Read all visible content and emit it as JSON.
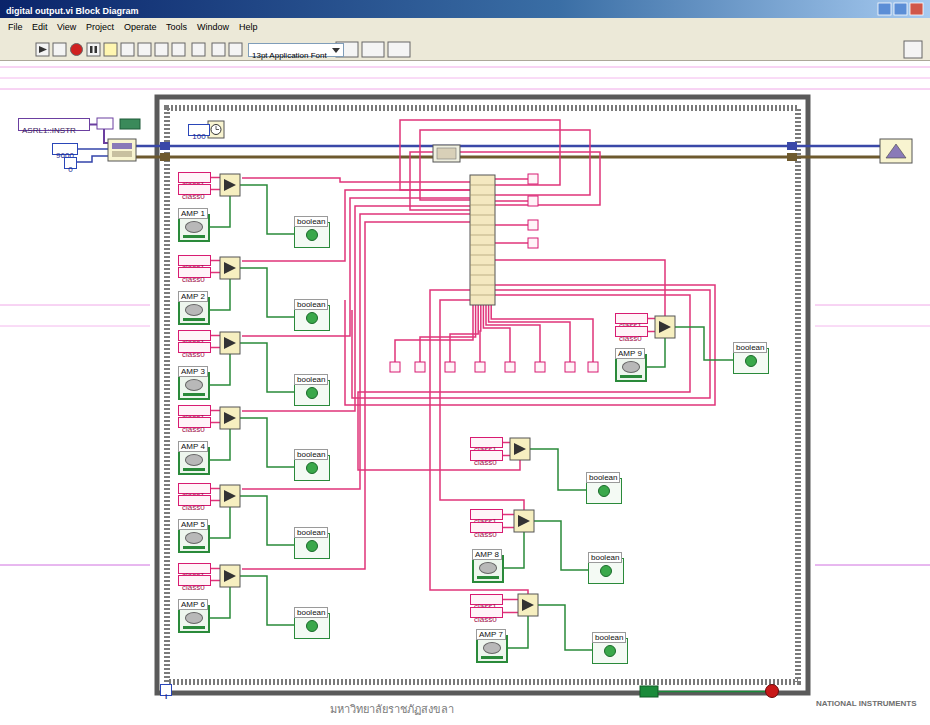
{
  "diagram": {
    "nodes": [
      {
        "text": [
          "digital output.vi Block Diagram"
        ]
      },
      {
        "text": [
          "13pt Application Font"
        ]
      },
      {
        "text": [
          "ASRL1::INSTR"
        ]
      },
      {
        "text": [
          "9600"
        ]
      },
      {
        "text": [
          "0"
        ]
      },
      {
        "text": [
          "100"
        ]
      },
      {
        "text": [
          "class1"
        ]
      },
      {
        "text": [
          "class0"
        ]
      },
      {
        "text": [
          "AMP 1"
        ]
      },
      {
        "text": [
          "boolean"
        ]
      },
      {
        "text": [
          "class1"
        ]
      },
      {
        "text": [
          "class0"
        ]
      },
      {
        "text": [
          "AMP 2"
        ]
      },
      {
        "text": [
          "boolean"
        ]
      },
      {
        "text": [
          "class1"
        ]
      },
      {
        "text": [
          "class0"
        ]
      },
      {
        "text": [
          "AMP 3"
        ]
      },
      {
        "text": [
          "boolean"
        ]
      },
      {
        "text": [
          "class1"
        ]
      },
      {
        "text": [
          "class0"
        ]
      },
      {
        "text": [
          "AMP 4"
        ]
      },
      {
        "text": [
          "boolean"
        ]
      },
      {
        "text": [
          "class1"
        ]
      },
      {
        "text": [
          "class0"
        ]
      },
      {
        "text": [
          "AMP 5"
        ]
      },
      {
        "text": [
          "boolean"
        ]
      },
      {
        "text": [
          "class1"
        ]
      },
      {
        "text": [
          "class0"
        ]
      },
      {
        "text": [
          "AMP 6"
        ]
      },
      {
        "text": [
          "boolean"
        ]
      },
      {
        "text": [
          "class1"
        ]
      },
      {
        "text": [
          "class0"
        ]
      },
      {
        "text": [
          "AMP 9"
        ]
      },
      {
        "text": [
          "boolean"
        ]
      },
      {
        "text": [
          "class1"
        ]
      },
      {
        "text": [
          "class0"
        ]
      },
      {
        "text": [
          "boolean"
        ]
      },
      {
        "text": [
          "class1"
        ]
      },
      {
        "text": [
          "class0"
        ]
      },
      {
        "text": [
          "AMP 8"
        ]
      },
      {
        "text": [
          "boolean"
        ]
      },
      {
        "text": [
          "class1"
        ]
      },
      {
        "text": [
          "class0"
        ]
      },
      {
        "text": [
          "AMP 7"
        ]
      },
      {
        "text": [
          "boolean"
        ]
      },
      {
        "text": [
          "i"
        ]
      }
    ],
    "labels": [
      "File",
      "Edit",
      "View",
      "Project",
      "Operate",
      "Tools",
      "Window",
      "Help",
      "NATIONAL INSTRUMENTS",
      "มหาวิทยาลัยราชภัฏสงขลา"
    ]
  }
}
